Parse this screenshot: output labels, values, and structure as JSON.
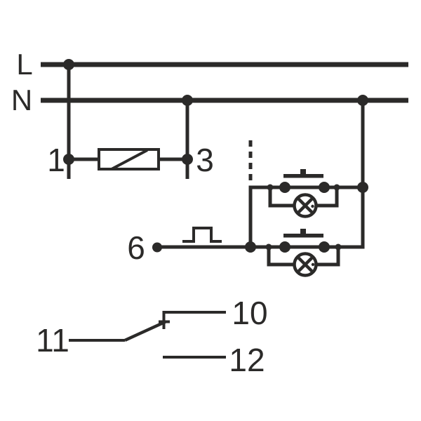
{
  "diagram": {
    "kind": "electrical-wiring-schematic",
    "labels": {
      "live": "L",
      "neutral": "N",
      "terminal_1": "1",
      "terminal_3": "3",
      "terminal_6": "6",
      "terminal_10": "10",
      "terminal_11": "11",
      "terminal_12": "12"
    },
    "colors": {
      "stroke": "#2b2a29",
      "background": "#ffffff"
    },
    "components": {
      "rail_top": "live-rail",
      "rail_bottom": "neutral-rail",
      "coil": "timer-relay-coil",
      "pulse": "pulse-signal-symbol",
      "button_top": "momentary-push-button",
      "button_bottom": "momentary-push-button",
      "lamp_top": "lamp-symbol",
      "lamp_bottom": "lamp-symbol",
      "contact": "changeover-contact-10-11-12",
      "dashed_link": "continuation-dashed-wire"
    }
  }
}
